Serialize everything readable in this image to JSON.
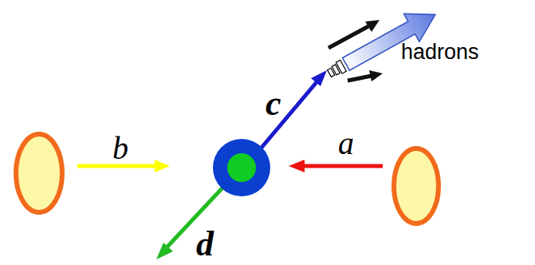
{
  "diagram": {
    "labels": [
      "b",
      "a",
      "c",
      "d",
      "hadrons"
    ]
  }
}
